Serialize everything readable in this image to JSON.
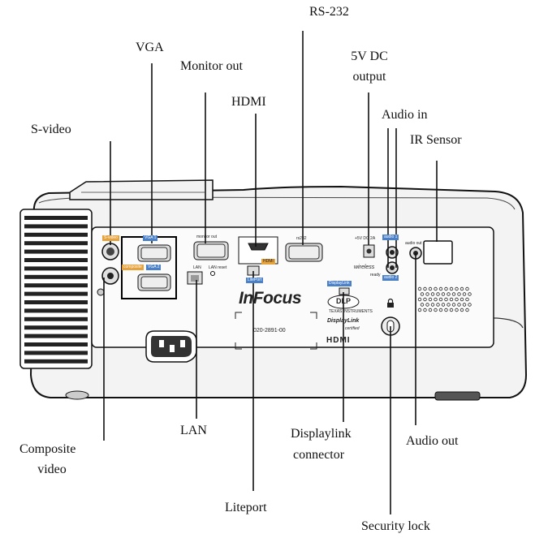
{
  "callouts": {
    "rs232": "RS-232",
    "vga": "VGA",
    "monitor_out": "Monitor out",
    "dc_5v_line1": "5V DC",
    "dc_5v_line2": "output",
    "hdmi": "HDMI",
    "audio_in": "Audio in",
    "s_video": "S-video",
    "ir_sensor": "IR Sensor",
    "lan": "LAN",
    "composite_line1": "Composite",
    "composite_line2": "video",
    "displaylink_line1": "Displaylink",
    "displaylink_line2": "connector",
    "audio_out": "Audio out",
    "liteport": "Liteport",
    "security_lock": "Security lock"
  },
  "panel": {
    "svideo_tag": "S-video",
    "composite_tag": "composite",
    "vga1_tag": "VGA 1",
    "vga2_tag": "VGA 2",
    "monitor_out": "monitor out",
    "lan": "LAN",
    "lan_reset": "LAN reset",
    "rs232": "rs232",
    "hdmi_tag": "HDMI",
    "liteport_tag": "LitePort",
    "dc_tag": "+5V DC 2A",
    "audio1_tag": "audio 1",
    "audio2_tag": "audio 2",
    "audio_out": "audio out",
    "displaylink_tag": "DisplayLink",
    "wireless": "wireless",
    "wireless_sub": "ready",
    "brand": "InFocus",
    "dlp": "DLP",
    "dlp_sub": "TEXAS INSTRUMENTS",
    "displaylink_logo": "DisplayLink",
    "displaylink_certified": "certified",
    "hdmi_logo": "HDMI",
    "part_number": "020-2891-00"
  },
  "colors": {
    "tag_orange": "#e6a23c",
    "tag_blue": "#4a80c8"
  }
}
